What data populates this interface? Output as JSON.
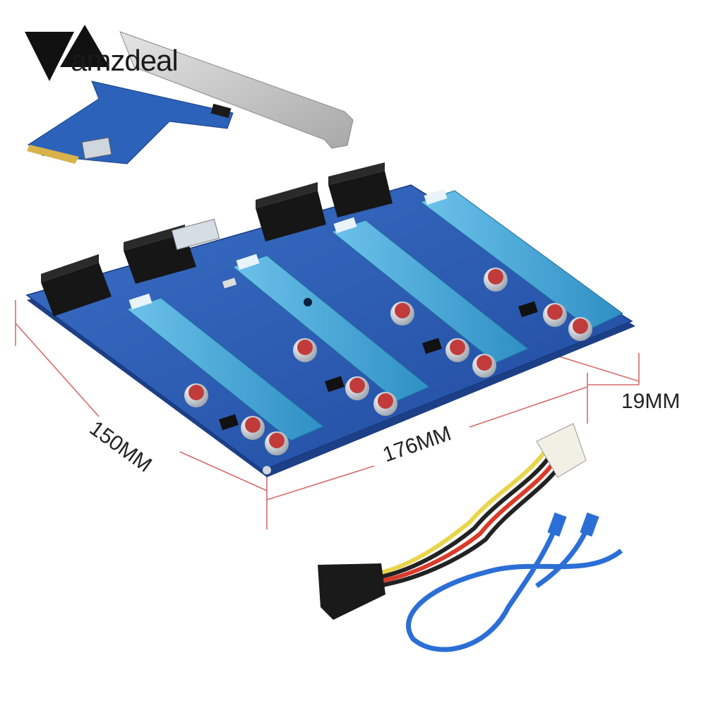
{
  "brand": {
    "name": "amzdeal"
  },
  "dimensions": {
    "width_label": "150MM",
    "length_label": "176MM",
    "height_label": "19MM"
  },
  "colors": {
    "pcb": "#2a5fb8",
    "slot": "#4aa8d8",
    "connector": "#1e1e1e",
    "dimension_line": "#d95a5a",
    "bracket": "#c9c9c9"
  }
}
